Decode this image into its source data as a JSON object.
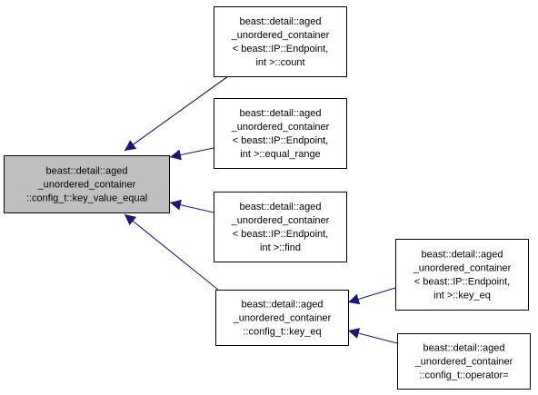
{
  "diagram": {
    "colors": {
      "highlight_fill": "#bfbfbf",
      "node_fill": "#ffffff",
      "node_border": "#000000",
      "edge": "#191970"
    },
    "nodes": {
      "key_value_equal": {
        "lines": [
          "beast::detail::aged",
          "_unordered_container",
          "::config_t::key_value_equal"
        ],
        "highlighted": true
      },
      "count": {
        "lines": [
          "beast::detail::aged",
          "_unordered_container",
          "< beast::IP::Endpoint,",
          "int >::count"
        ],
        "highlighted": false
      },
      "equal_range": {
        "lines": [
          "beast::detail::aged",
          "_unordered_container",
          "< beast::IP::Endpoint,",
          "int >::equal_range"
        ],
        "highlighted": false
      },
      "find": {
        "lines": [
          "beast::detail::aged",
          "_unordered_container",
          "< beast::IP::Endpoint,",
          "int >::find"
        ],
        "highlighted": false
      },
      "config_key_eq": {
        "lines": [
          "beast::detail::aged",
          "_unordered_container",
          "::config_t::key_eq"
        ],
        "highlighted": false
      },
      "endpoint_key_eq": {
        "lines": [
          "beast::detail::aged",
          "_unordered_container",
          "< beast::IP::Endpoint,",
          "int >::key_eq"
        ],
        "highlighted": false
      },
      "operator_assign": {
        "lines": [
          "beast::detail::aged",
          "_unordered_container",
          "::config_t::operator="
        ],
        "highlighted": false
      }
    },
    "edges": [
      {
        "from": "count",
        "to": "key_value_equal"
      },
      {
        "from": "equal_range",
        "to": "key_value_equal"
      },
      {
        "from": "find",
        "to": "key_value_equal"
      },
      {
        "from": "config_key_eq",
        "to": "key_value_equal"
      },
      {
        "from": "endpoint_key_eq",
        "to": "config_key_eq"
      },
      {
        "from": "operator_assign",
        "to": "config_key_eq"
      }
    ]
  }
}
